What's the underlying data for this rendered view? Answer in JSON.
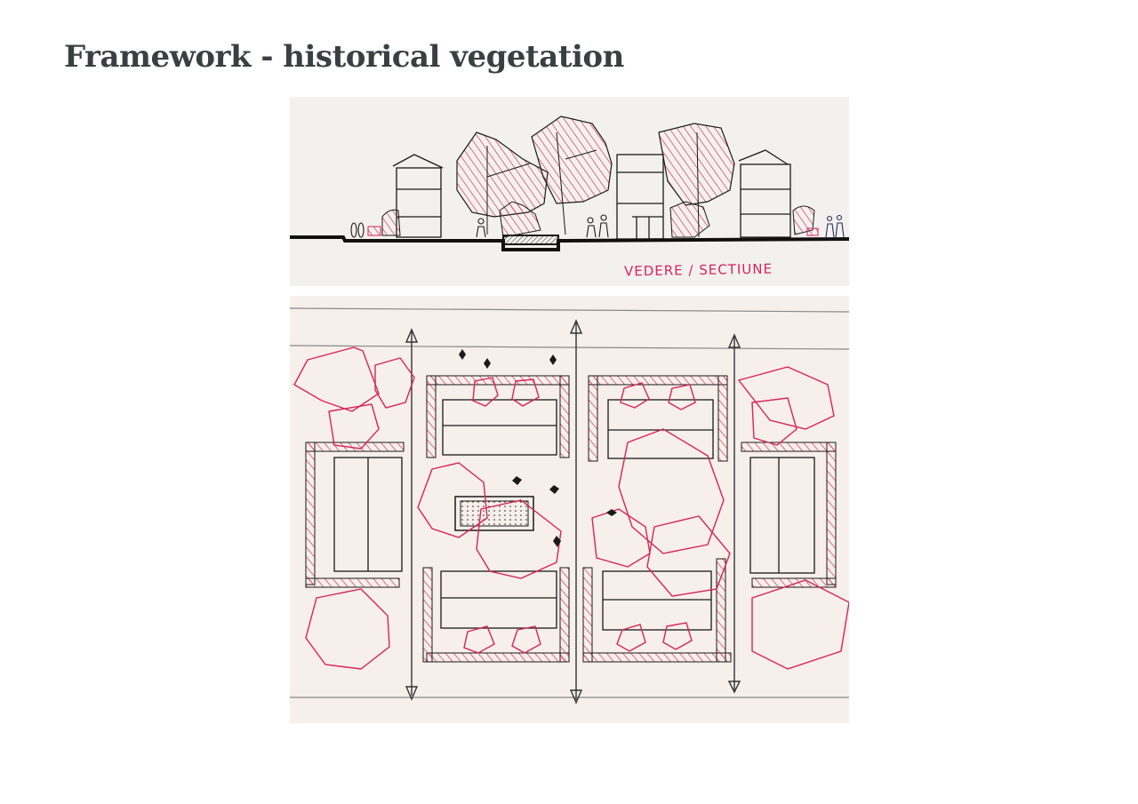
{
  "page": {
    "title": "Framework - historical vegetation"
  },
  "figures": [
    {
      "id": "section",
      "kind": "hand-drawn section sketch",
      "label": "VEDERE / SECTIUNE",
      "elements": [
        "buildings",
        "trees (red hatched)",
        "people",
        "sunken planter",
        "ground line"
      ]
    },
    {
      "id": "plan",
      "kind": "hand-drawn site plan sketch",
      "elements": [
        "building blocks (red hatched walls)",
        "tree canopies (red outlines)",
        "axes with arrows",
        "central sand/fountain area"
      ]
    }
  ],
  "colors": {
    "title": "#3a3f42",
    "ink": "#1a1a1a",
    "red_pen": "#d8235a",
    "pencil": "#8a8a8a",
    "paper": "#f4f1ee"
  }
}
